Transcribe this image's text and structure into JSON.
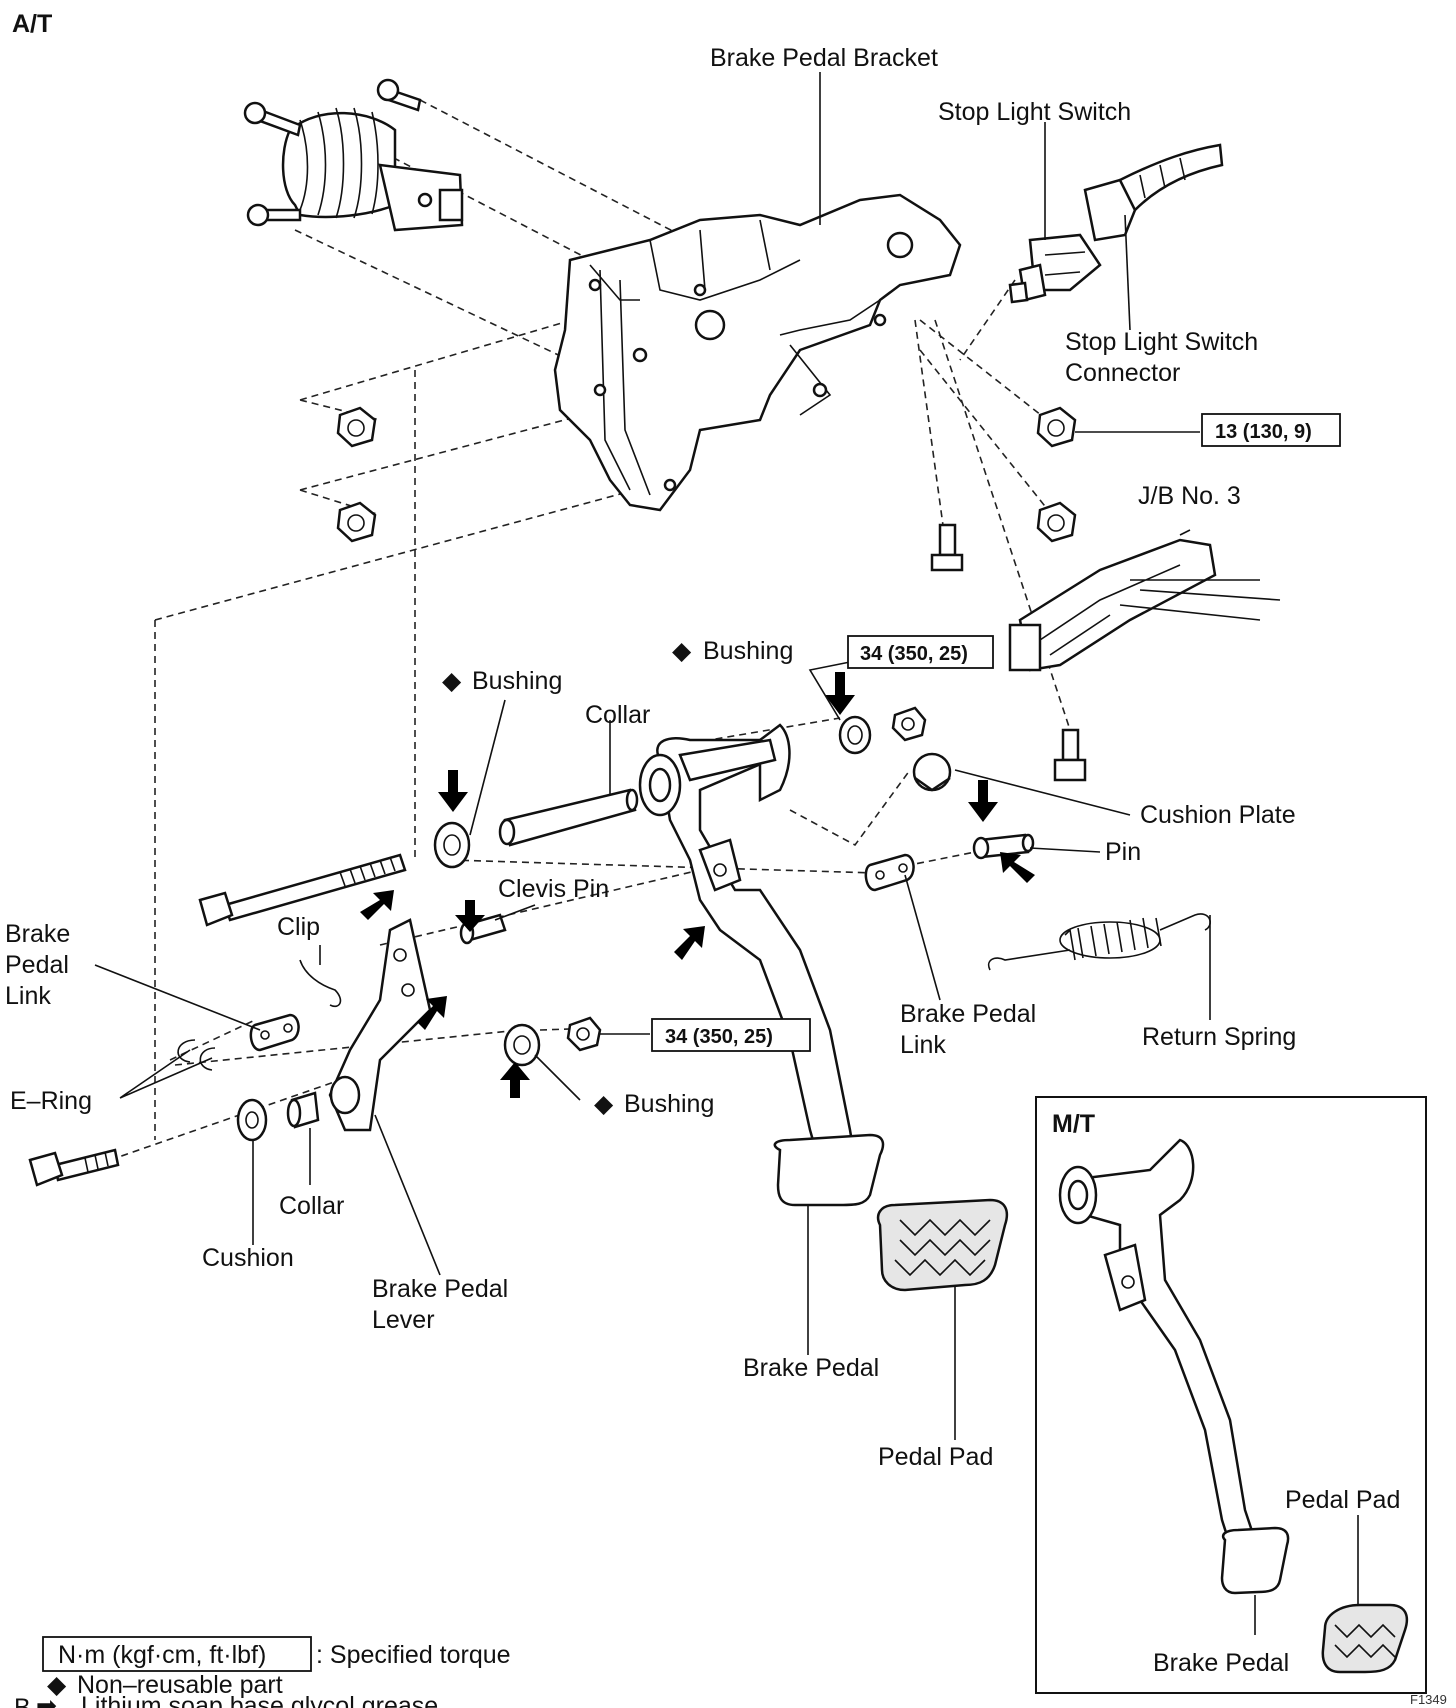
{
  "section_at": "A/T",
  "section_mt": "M/T",
  "labels": {
    "brake_pedal_bracket": "Brake Pedal Bracket",
    "stop_light_switch": "Stop Light Switch",
    "stop_light_switch_connector_1": "Stop Light Switch",
    "stop_light_switch_connector_2": "Connector",
    "jb_no3": "J/B No. 3",
    "bushing_top": "Bushing",
    "bushing_left": "Bushing",
    "bushing_lower": "Bushing",
    "collar_top": "Collar",
    "collar_bottom": "Collar",
    "cushion_plate": "Cushion Plate",
    "pin": "Pin",
    "clevis_pin": "Clevis Pin",
    "clip": "Clip",
    "brake_pedal_link_left_1": "Brake",
    "brake_pedal_link_left_2": "Pedal",
    "brake_pedal_link_left_3": "Link",
    "brake_pedal_link_right_1": "Brake Pedal",
    "brake_pedal_link_right_2": "Link",
    "return_spring": "Return Spring",
    "e_ring": "E–Ring",
    "cushion": "Cushion",
    "brake_pedal_lever_1": "Brake Pedal",
    "brake_pedal_lever_2": "Lever",
    "brake_pedal": "Brake Pedal",
    "pedal_pad": "Pedal Pad",
    "mt_pedal_pad": "Pedal Pad",
    "mt_brake_pedal": "Brake Pedal"
  },
  "torques": {
    "nut_right": "13 (130, 9)",
    "nut_top": "34 (350, 25)",
    "nut_lower": "34 (350, 25)"
  },
  "legend": {
    "torque_box": "N·m (kgf·cm, ft·lbf)",
    "torque_desc": ": Specified torque",
    "non_reusable": "Non–reusable part",
    "grease": "Lithium soap base glycol grease"
  },
  "symbols": {
    "diamond": "◆",
    "grease_arrow": "➡",
    "page_mark": "B"
  },
  "figure_id": "F1349"
}
